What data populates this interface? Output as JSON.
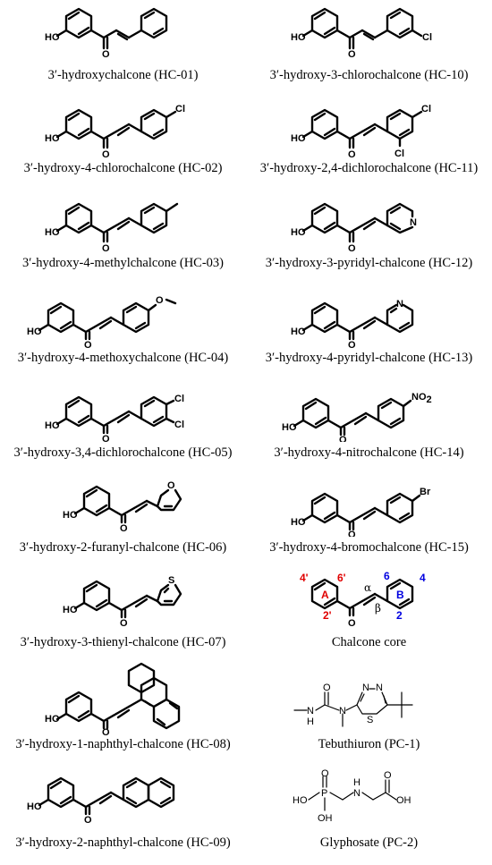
{
  "compounds": [
    {
      "caption": "3′-hydroxychalcone (HC-01)"
    },
    {
      "caption": "3′-hydroxy-3-chlorochalcone (HC-10)"
    },
    {
      "caption": "3′-hydroxy-4-chlorochalcone (HC-02)"
    },
    {
      "caption": "3′-hydroxy-2,4-dichlorochalcone (HC-11)"
    },
    {
      "caption": "3′-hydroxy-4-methylchalcone (HC-03)"
    },
    {
      "caption": "3′-hydroxy-3-pyridyl-chalcone (HC-12)"
    },
    {
      "caption": "3′-hydroxy-4-methoxychalcone (HC-04)"
    },
    {
      "caption": "3′-hydroxy-4-pyridyl-chalcone (HC-13)"
    },
    {
      "caption": "3′-hydroxy-3,4-dichlorochalcone (HC-05)"
    },
    {
      "caption": "3′-hydroxy-4-nitrochalcone (HC-14)"
    },
    {
      "caption": "3′-hydroxy-2-furanyl-chalcone (HC-06)"
    },
    {
      "caption": "3′-hydroxy-4-bromochalcone (HC-15)"
    },
    {
      "caption": "3′-hydroxy-3-thienyl-chalcone (HC-07)"
    },
    {
      "caption": "Chalcone core"
    },
    {
      "caption": "3′-hydroxy-1-naphthyl-chalcone (HC-08)"
    },
    {
      "caption": "Tebuthiuron (PC-1)"
    },
    {
      "caption": "3′-hydroxy-2-naphthyl-chalcone (HC-09)"
    },
    {
      "caption": "Glyphosate (PC-2)"
    }
  ],
  "atoms": {
    "oh": "HO",
    "o": "O",
    "cl": "Cl",
    "n": "N",
    "br": "Br",
    "s": "S",
    "no2": "NO",
    "no2_sub": "2",
    "h": "H",
    "p": "P",
    "oh_r": "OH",
    "hn": "H"
  },
  "core_labels": {
    "ring_a": "A",
    "ring_b": "B",
    "pos_4p": "4'",
    "pos_6p": "6'",
    "pos_2p": "2'",
    "pos_6": "6",
    "pos_4": "4",
    "pos_2": "2",
    "alpha": "α",
    "beta": "β"
  }
}
